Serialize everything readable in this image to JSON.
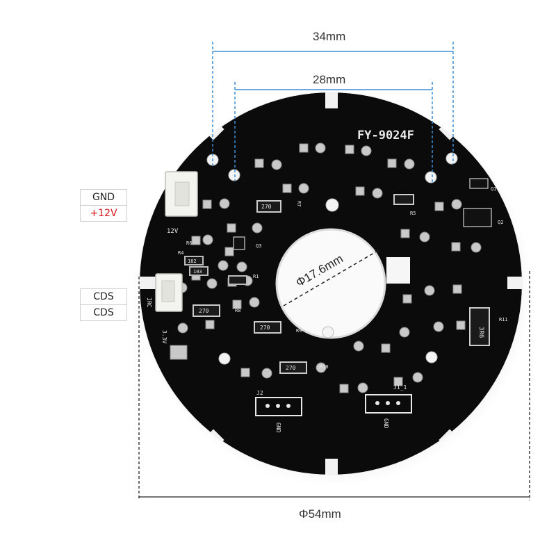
{
  "dimensions": {
    "width_34": "34mm",
    "width_28": "28mm",
    "inner_dia": "Φ17.6mm",
    "outer_dia": "Φ54mm"
  },
  "board": {
    "model": "FY-9024F",
    "silk": {
      "v12": "12V",
      "v33": "3.3V",
      "irc": "IRC",
      "gnd": "GND",
      "j1": "J1_1",
      "j2": "J2",
      "r270": "270",
      "r3r6": "3R6",
      "r182": "182",
      "r103": "103",
      "r4": "R4",
      "r5": "R5",
      "r7": "R7",
      "r8": "R8",
      "r9": "R9",
      "r10": "R10",
      "r11": "R11",
      "q1": "Q1",
      "q2": "Q2",
      "q3": "Q3",
      "r1": "R1",
      "r6": "R6"
    }
  },
  "labels": {
    "gnd": "GND",
    "v12": "+12V",
    "cds1": "CDS",
    "cds2": "CDS"
  },
  "colors": {
    "pcb": "#0b0b0b",
    "dimension_line": "#3b8fd6",
    "v12_text": "#d8141b"
  }
}
